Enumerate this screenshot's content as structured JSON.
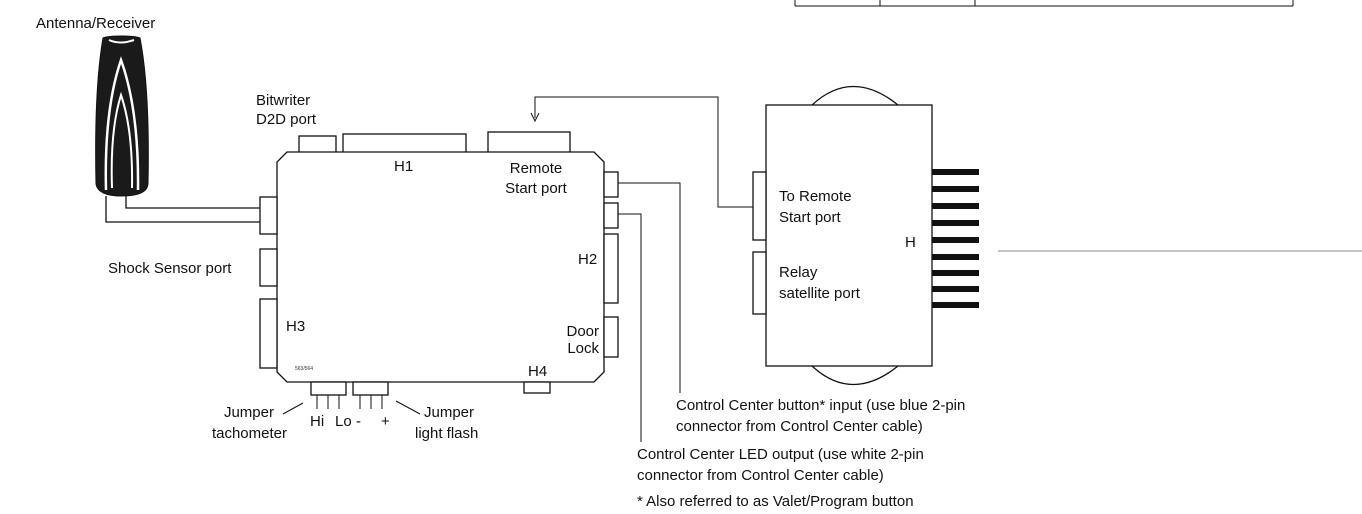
{
  "labels": {
    "antenna": "Antenna/Receiver",
    "bitwriter_1": "Bitwriter",
    "bitwriter_2": "D2D port",
    "h1": "H1",
    "remote_port_1": "Remote",
    "remote_port_2": "Start port",
    "shock_sensor": "Shock Sensor port",
    "h2": "H2",
    "h3": "H3",
    "door_lock_1": "Door",
    "door_lock_2": "Lock",
    "h4": "H4",
    "model_code": "563/564",
    "jumper_tach_1": "Jumper",
    "jumper_tach_2": "tachometer",
    "hi": "Hi",
    "lo": "Lo",
    "minus": "-",
    "plus": "+",
    "jumper_flash_1": "Jumper",
    "jumper_flash_2": "light flash",
    "to_remote_1": "To Remote",
    "to_remote_2": "Start port",
    "relay_h": "H",
    "relay_sat_1": "Relay",
    "relay_sat_2": "satellite port",
    "cc_button_1": "Control Center button* input (use blue 2-pin",
    "cc_button_2": "connector from Control Center cable)",
    "cc_led_1": "Control Center LED output (use white 2-pin",
    "cc_led_2": "connector from Control Center cable)",
    "footnote": "* Also referred to as Valet/Program button"
  },
  "colors": {
    "line": "#111111",
    "antenna_body": "#1a1a1a"
  }
}
